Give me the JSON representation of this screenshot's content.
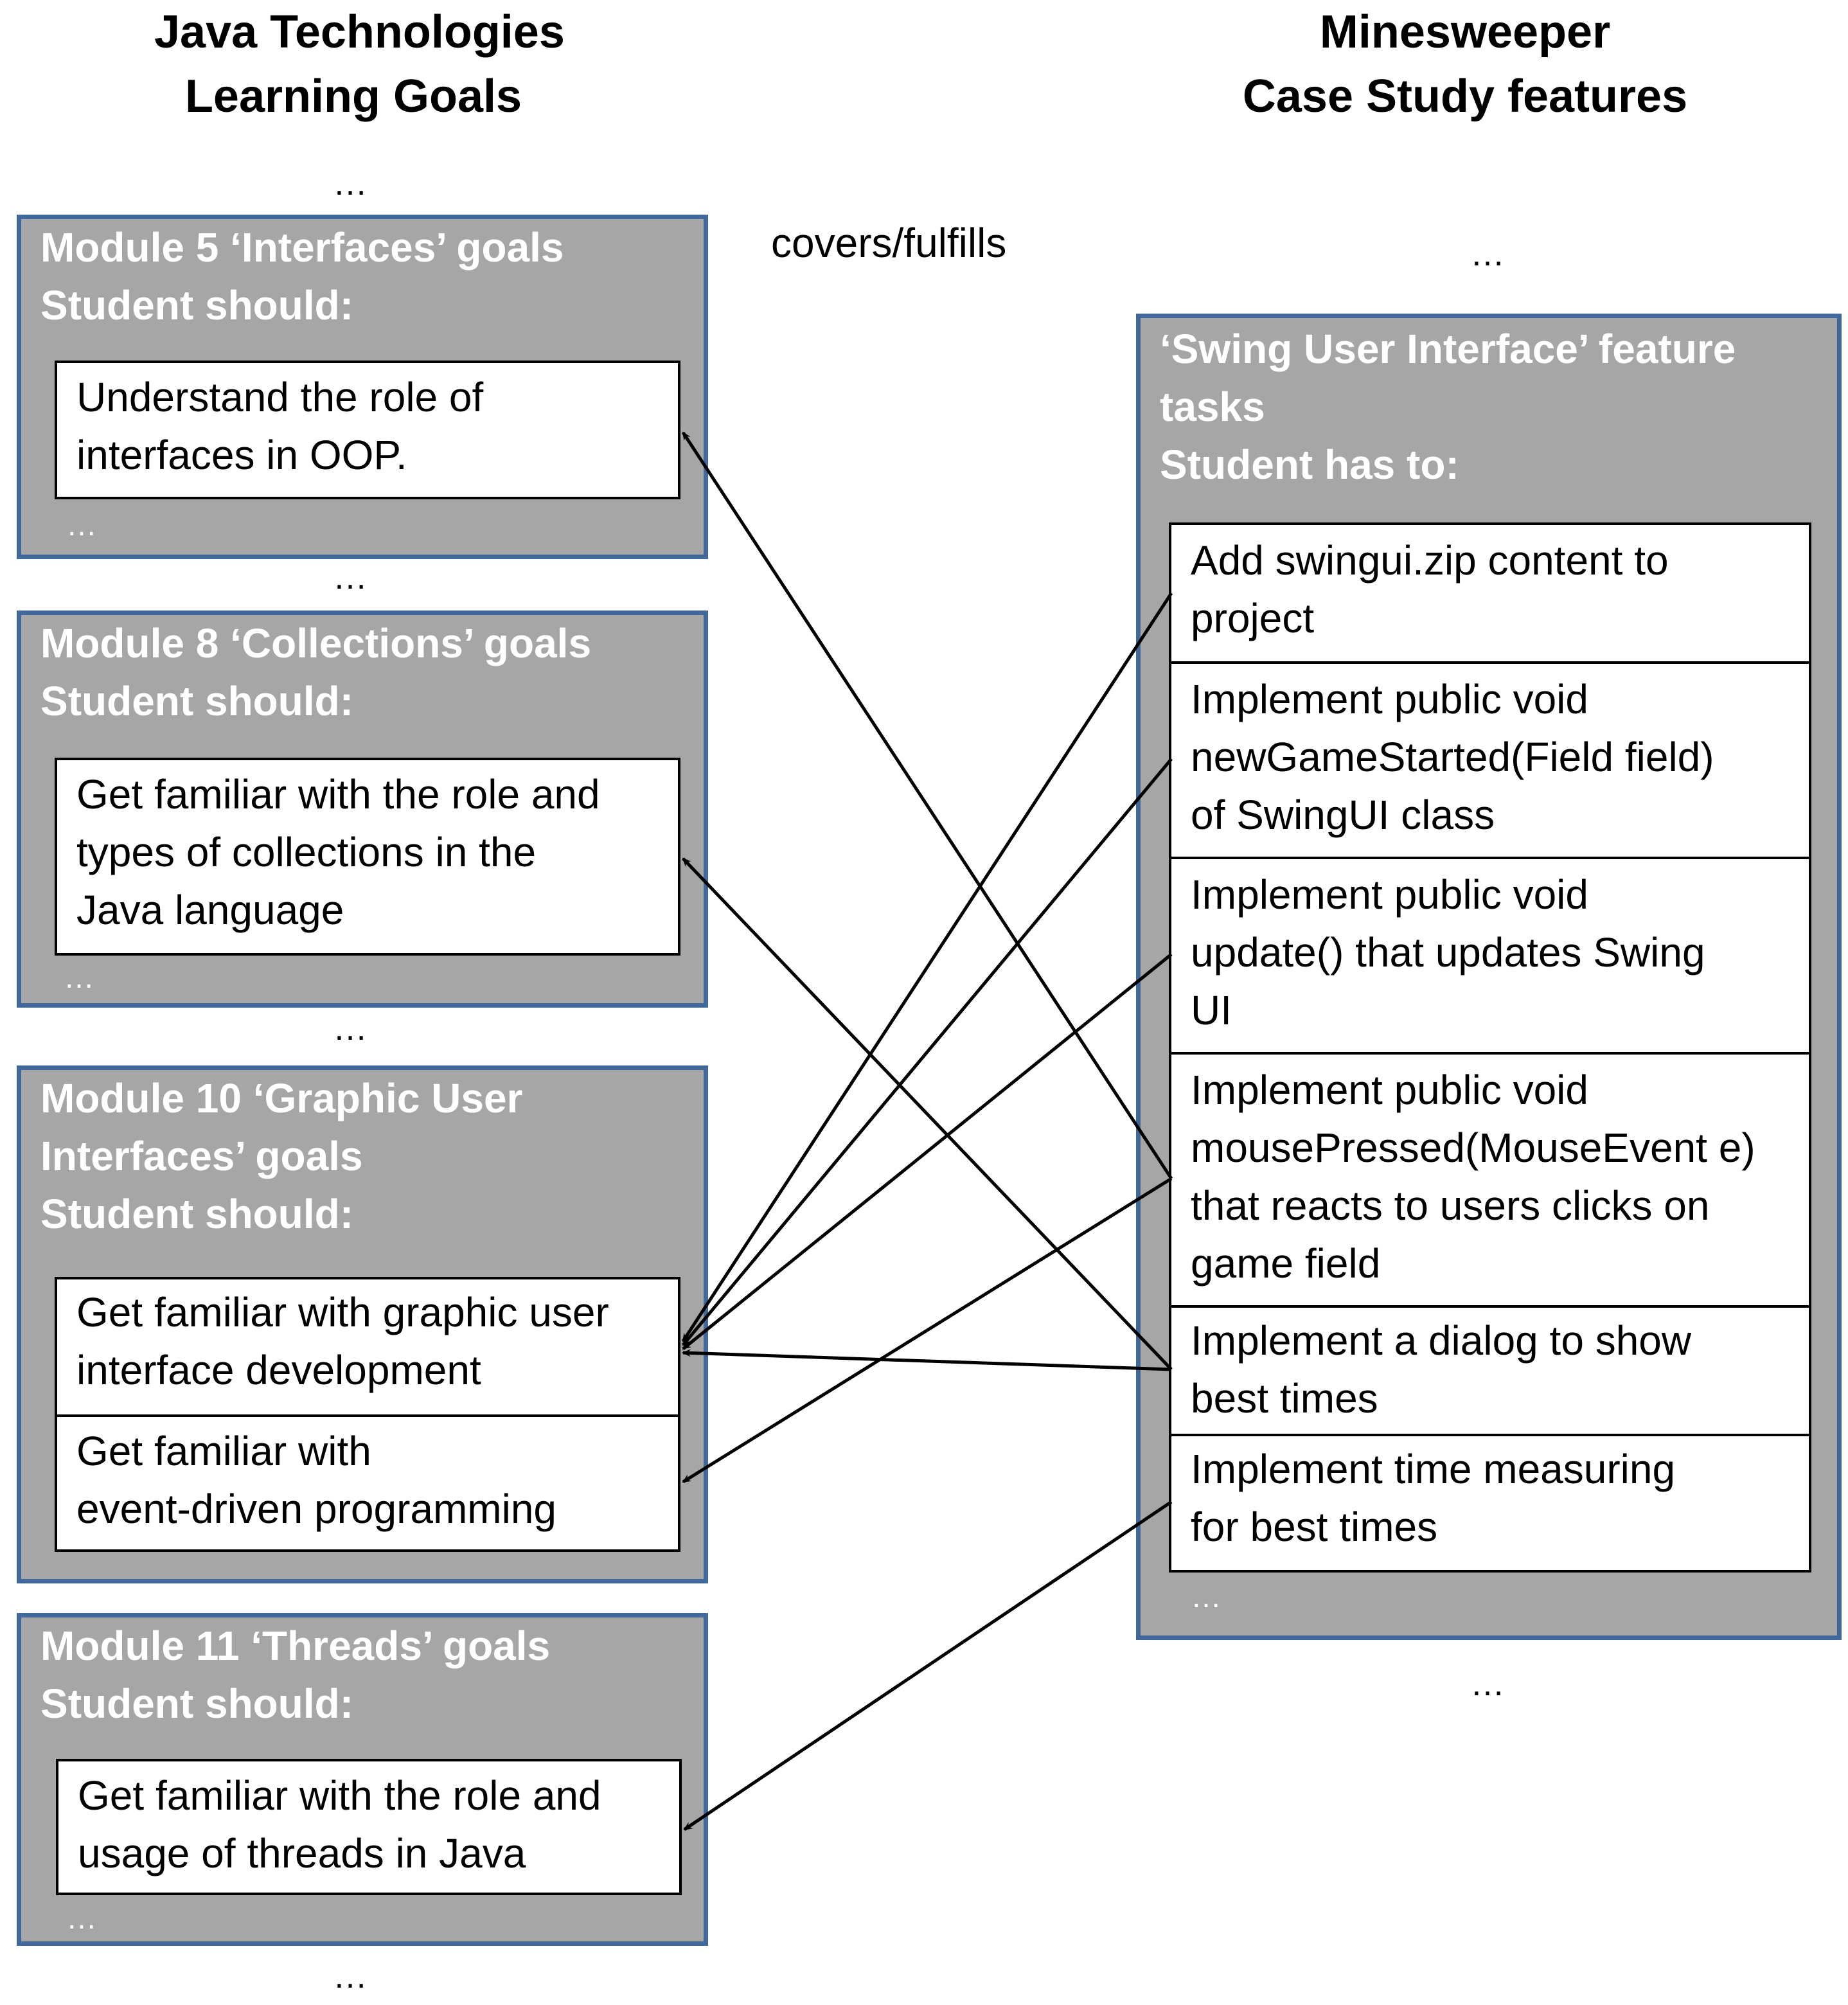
{
  "headings": {
    "left": [
      "Java Technologies",
      "Learning Goals"
    ],
    "right": [
      "Minesweeper",
      "Case Study features"
    ]
  },
  "relation_label": "covers/fulfills",
  "ellipsis": "…",
  "modules": [
    {
      "title": [
        "Module 5 ‘Interfaces’ goals",
        "Student should:"
      ],
      "goals": [
        [
          "Understand the role of",
          "interfaces in OOP."
        ]
      ]
    },
    {
      "title": [
        "Module 8 ‘Collections’ goals",
        "Student should:"
      ],
      "goals": [
        [
          "Get familiar with the role and",
          "types of collections in the",
          "Java language"
        ]
      ]
    },
    {
      "title": [
        "Module 10 ‘Graphic User",
        "Interfaces’ goals",
        "Student should:"
      ],
      "goals": [
        [
          "Get familiar with graphic user",
          "interface development"
        ],
        [
          "Get familiar with",
          "event-driven programming"
        ]
      ]
    },
    {
      "title": [
        "Module 11 ‘Threads’ goals",
        "Student should:"
      ],
      "goals": [
        [
          "Get familiar with the role and",
          "usage of threads in Java"
        ]
      ]
    }
  ],
  "feature": {
    "title": [
      "‘Swing User Interface’ feature",
      "tasks",
      "Student has to:"
    ],
    "tasks": [
      [
        "Add swingui.zip content to",
        "project"
      ],
      [
        "Implement public void",
        "newGameStarted(Field field)",
        "of SwingUI class"
      ],
      [
        "Implement public void",
        "update() that updates Swing",
        "UI"
      ],
      [
        "Implement public void",
        "mousePressed(MouseEvent e)",
        "that reacts to users clicks on",
        "game field"
      ],
      [
        "Implement a dialog to show",
        "best times"
      ],
      [
        "Implement time measuring",
        "for best times"
      ]
    ]
  },
  "links": [
    {
      "task": 0,
      "goal": "m10-g0"
    },
    {
      "task": 1,
      "goal": "m10-g0"
    },
    {
      "task": 2,
      "goal": "m10-g0"
    },
    {
      "task": 3,
      "goal": "m5-g0"
    },
    {
      "task": 3,
      "goal": "m10-g1"
    },
    {
      "task": 4,
      "goal": "m10-g0"
    },
    {
      "task": 4,
      "goal": "m8-g0"
    },
    {
      "task": 5,
      "goal": "m11-g0"
    }
  ]
}
